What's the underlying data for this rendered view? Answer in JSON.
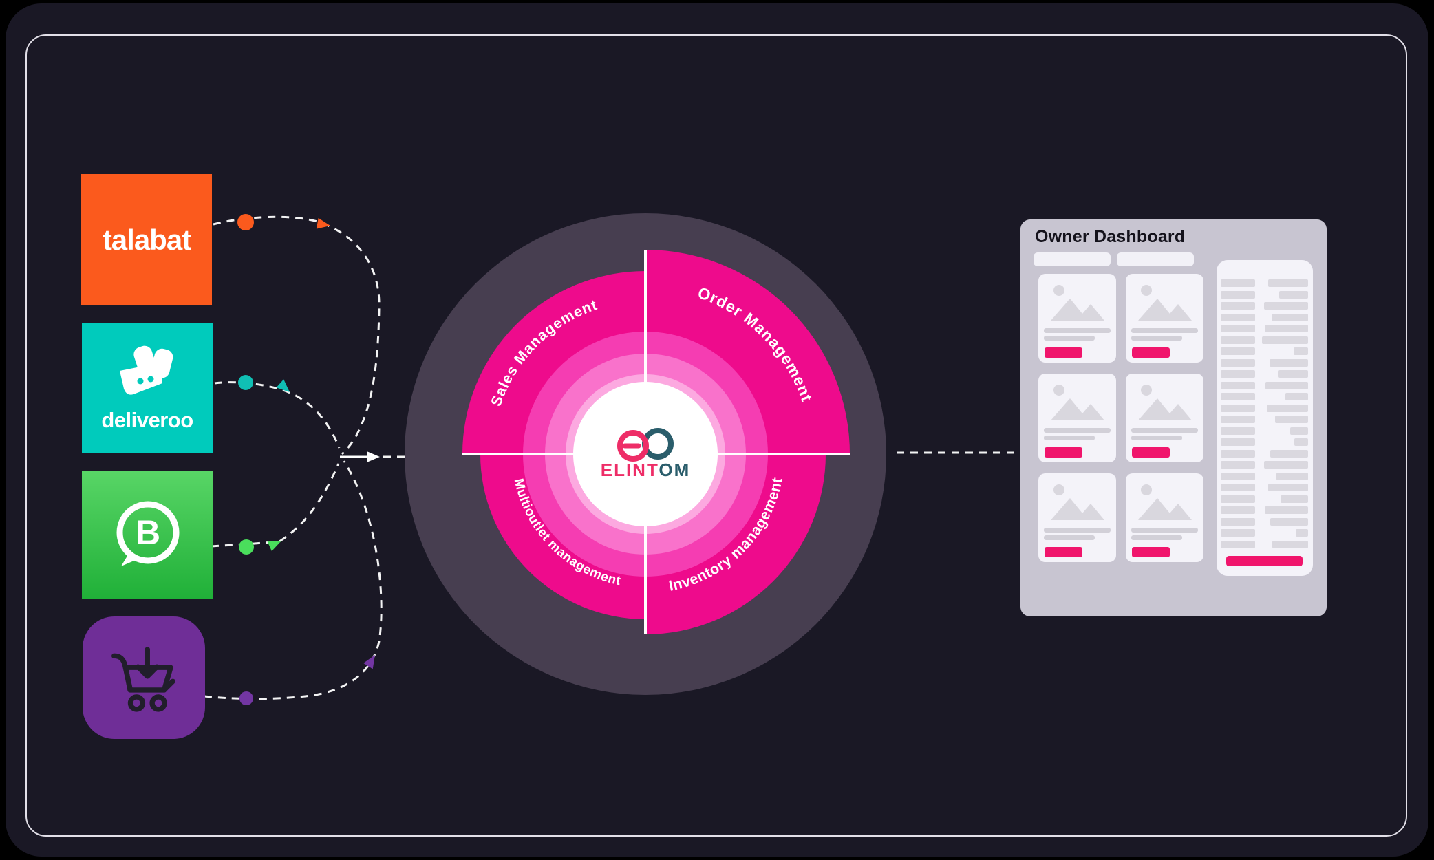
{
  "frame": {
    "bg": "#000000",
    "canvas_bg": "#1A1825",
    "border_color": "#F3F1F8"
  },
  "sources": [
    {
      "name": "talabat",
      "wordmark": "talabat",
      "tile_color": "#FB5A1D",
      "connector_color": "#FB5A1D"
    },
    {
      "name": "deliveroo",
      "wordmark": "deliveroo",
      "tile_color": "#00CBBC",
      "connector_color": "#10BFB4"
    },
    {
      "name": "whatsapp-business",
      "logo_letter": "B",
      "tile_color_top": "#58D566",
      "tile_color_bottom": "#20B038",
      "connector_color": "#4ADE5C"
    },
    {
      "name": "cart-app",
      "icon": "cart-download-icon",
      "tile_color": "#6F2E97",
      "connector_color": "#7336A3"
    }
  ],
  "wheel": {
    "outer_ring_color": "#473E50",
    "sector_color": "#EE0B8C",
    "ring_colors": [
      "#F53DB2",
      "#F972CB",
      "#FCA9E0"
    ],
    "divider_color": "#FFFFFF",
    "sectors": [
      {
        "label": "Sales Management"
      },
      {
        "label": "Order Management"
      },
      {
        "label": "Multioutlet management"
      },
      {
        "label": "Inventory management"
      }
    ],
    "logo": {
      "brand_primary": "ELINT",
      "brand_secondary": "OM",
      "primary_color": "#EE2D67",
      "secondary_color": "#2A5D6B"
    }
  },
  "dashboard": {
    "title": "Owner Dashboard",
    "panel_color": "#C8C5D1",
    "card_color": "#F4F3F9",
    "accent_color": "#F0156C",
    "cards": 6,
    "list_right_bar_widths": [
      58,
      42,
      64,
      53,
      63,
      67,
      21,
      56,
      43,
      62,
      33,
      60,
      48,
      26,
      20,
      55,
      64,
      46,
      58,
      40,
      63,
      55,
      18,
      52
    ]
  }
}
